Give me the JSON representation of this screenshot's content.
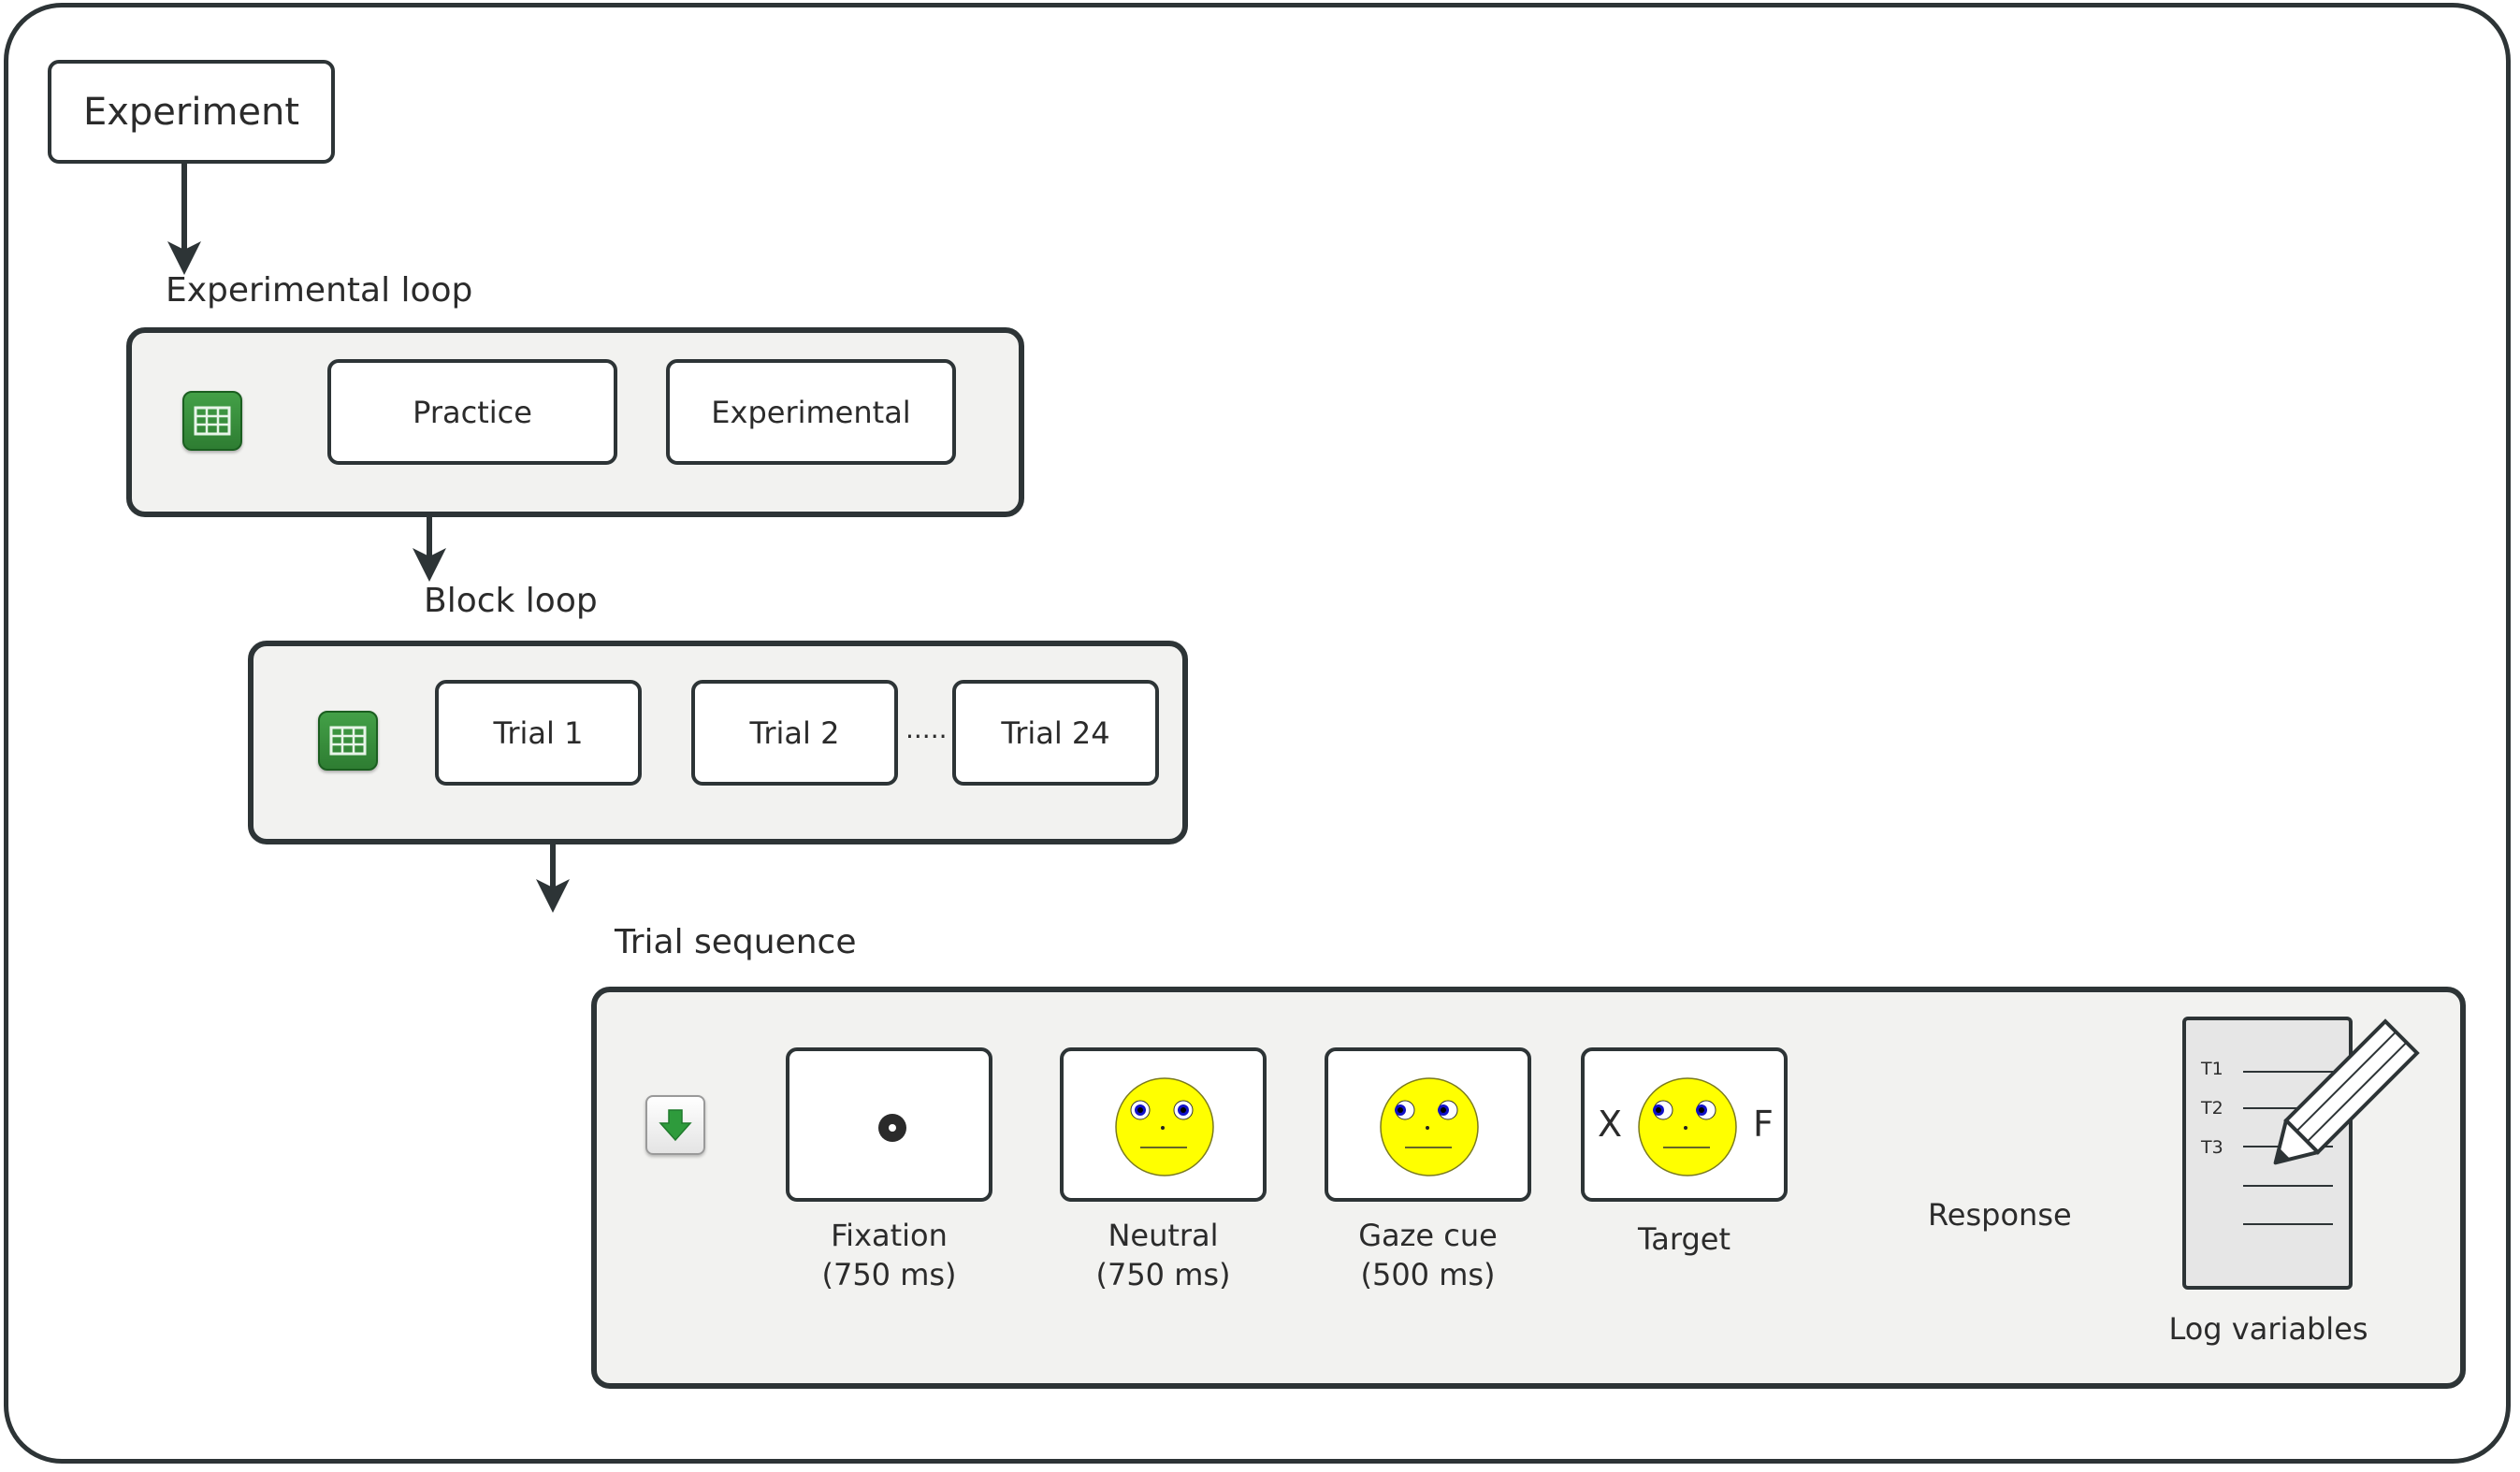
{
  "nodes": {
    "experiment": "Experiment",
    "practice": "Practice",
    "experimental": "Experimental",
    "trial1": "Trial 1",
    "trial2": "Trial 2",
    "ellipsis": ".....",
    "trial24": "Trial 24"
  },
  "sections": {
    "experimental_loop": "Experimental loop",
    "block_loop": "Block loop",
    "trial_sequence": "Trial sequence"
  },
  "steps": {
    "fixation_name": "Fixation",
    "fixation_time": "(750 ms)",
    "neutral_name": "Neutral",
    "neutral_time": "(750 ms)",
    "gaze_name": "Gaze cue",
    "gaze_time": "(500 ms)",
    "target_name": "Target",
    "target_left": "X",
    "target_right": "F",
    "response": "Response",
    "log": "Log variables"
  },
  "log_rows": [
    "T1",
    "T2",
    "T3"
  ],
  "icons": {
    "loop": "spreadsheet-icon",
    "sequence": "down-arrow-icon",
    "log": "pencil-icon"
  },
  "colors": {
    "outline": "#2d3436",
    "panel": "#f2f2f0",
    "face": "#ffff00",
    "eye_iris": "#1010c8",
    "icon_green": "#2e7d32"
  }
}
